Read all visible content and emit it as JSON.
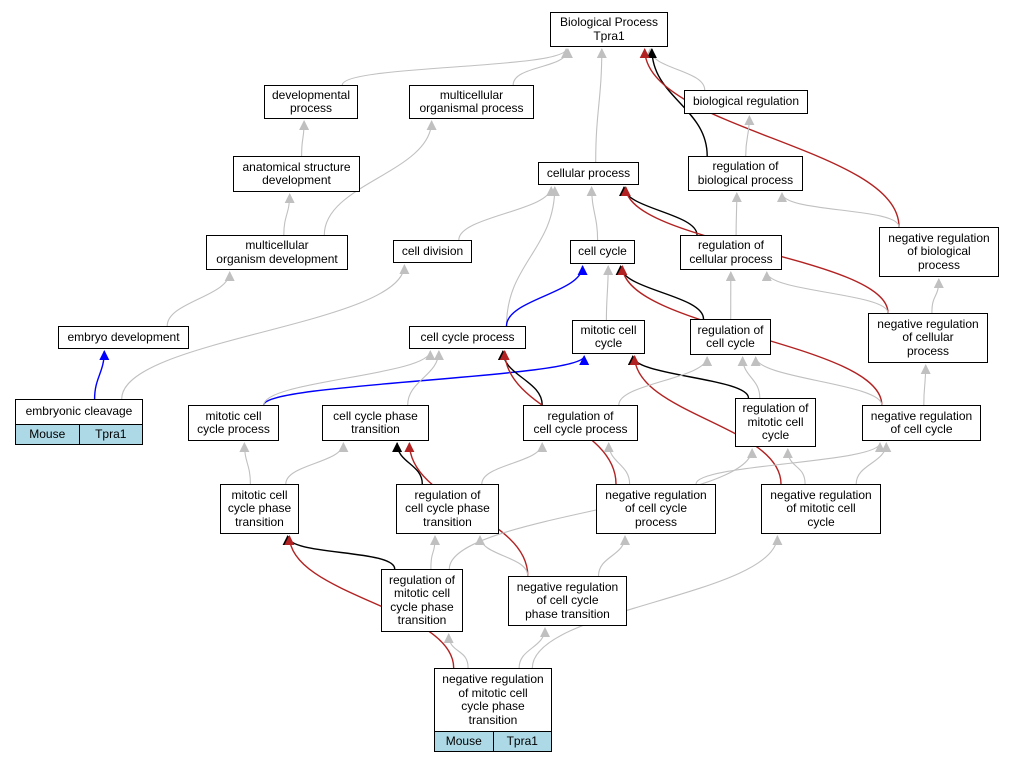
{
  "colors": {
    "is_a": "#c0c0c0",
    "part_of": "#0000ff",
    "regulates": "#000000",
    "negatively_regulates": "#b22222",
    "tag_background": "#add8e6"
  },
  "nodes": [
    {
      "id": "bp",
      "lines": [
        "Biological Process",
        "Tpra1"
      ]
    },
    {
      "id": "dev_proc",
      "lines": [
        "developmental",
        "process"
      ]
    },
    {
      "id": "multi_proc",
      "lines": [
        "multicellular",
        "organismal process"
      ]
    },
    {
      "id": "bio_reg",
      "lines": [
        "biological regulation"
      ]
    },
    {
      "id": "anat_dev",
      "lines": [
        "anatomical structure",
        "development"
      ]
    },
    {
      "id": "cell_proc",
      "lines": [
        "cellular process"
      ]
    },
    {
      "id": "reg_bio",
      "lines": [
        "regulation of",
        "biological process"
      ]
    },
    {
      "id": "multi_dev",
      "lines": [
        "multicellular",
        "organism development"
      ]
    },
    {
      "id": "cell_div",
      "lines": [
        "cell division"
      ]
    },
    {
      "id": "cell_cycle",
      "lines": [
        "cell cycle"
      ]
    },
    {
      "id": "reg_cell_proc",
      "lines": [
        "regulation of",
        "cellular process"
      ]
    },
    {
      "id": "neg_reg_bio",
      "lines": [
        "negative regulation",
        "of biological",
        "process"
      ]
    },
    {
      "id": "embryo_dev",
      "lines": [
        "embryo development"
      ]
    },
    {
      "id": "cc_proc",
      "lines": [
        "cell cycle process"
      ]
    },
    {
      "id": "mit_cc",
      "lines": [
        "mitotic cell",
        "cycle"
      ]
    },
    {
      "id": "reg_cc",
      "lines": [
        "regulation of",
        "cell cycle"
      ]
    },
    {
      "id": "neg_reg_cell",
      "lines": [
        "negative regulation",
        "of cellular",
        "process"
      ]
    },
    {
      "id": "emb_cleav",
      "lines": [
        "embryonic cleavage"
      ],
      "tags": [
        "Mouse",
        "Tpra1"
      ]
    },
    {
      "id": "mit_cc_proc",
      "lines": [
        "mitotic cell",
        "cycle process"
      ]
    },
    {
      "id": "cc_phase",
      "lines": [
        "cell cycle phase",
        "transition"
      ]
    },
    {
      "id": "reg_cc_proc",
      "lines": [
        "regulation of",
        "cell cycle process"
      ]
    },
    {
      "id": "reg_mit_cc",
      "lines": [
        "regulation of",
        "mitotic cell",
        "cycle"
      ]
    },
    {
      "id": "neg_reg_cc",
      "lines": [
        "negative regulation",
        "of cell cycle"
      ]
    },
    {
      "id": "mit_phase",
      "lines": [
        "mitotic cell",
        "cycle phase",
        "transition"
      ]
    },
    {
      "id": "reg_phase",
      "lines": [
        "regulation of",
        "cell cycle phase",
        "transition"
      ]
    },
    {
      "id": "neg_reg_cc_proc",
      "lines": [
        "negative regulation",
        "of cell cycle",
        "process"
      ]
    },
    {
      "id": "neg_reg_mit_cc",
      "lines": [
        "negative regulation",
        "of mitotic cell",
        "cycle"
      ]
    },
    {
      "id": "reg_mit_phase",
      "lines": [
        "regulation of",
        "mitotic cell",
        "cycle phase",
        "transition"
      ]
    },
    {
      "id": "neg_reg_phase",
      "lines": [
        "negative regulation",
        "of cell cycle",
        "phase transition"
      ]
    },
    {
      "id": "neg_reg_mit_phase",
      "lines": [
        "negative regulation",
        "of mitotic cell",
        "cycle phase",
        "transition"
      ],
      "tags": [
        "Mouse",
        "Tpra1"
      ]
    }
  ],
  "edges": [
    {
      "from": "dev_proc",
      "to": "bp",
      "type": "is_a"
    },
    {
      "from": "multi_proc",
      "to": "bp",
      "type": "is_a"
    },
    {
      "from": "cell_proc",
      "to": "bp",
      "type": "is_a"
    },
    {
      "from": "bio_reg",
      "to": "bp",
      "type": "is_a"
    },
    {
      "from": "reg_bio",
      "to": "bp",
      "type": "regulates"
    },
    {
      "from": "neg_reg_bio",
      "to": "bp",
      "type": "negatively_regulates"
    },
    {
      "from": "anat_dev",
      "to": "dev_proc",
      "type": "is_a"
    },
    {
      "from": "multi_dev",
      "to": "anat_dev",
      "type": "is_a"
    },
    {
      "from": "multi_dev",
      "to": "multi_proc",
      "type": "is_a"
    },
    {
      "from": "reg_bio",
      "to": "bio_reg",
      "type": "is_a"
    },
    {
      "from": "cell_div",
      "to": "cell_proc",
      "type": "is_a"
    },
    {
      "from": "cell_cycle",
      "to": "cell_proc",
      "type": "is_a"
    },
    {
      "from": "cc_proc",
      "to": "cell_proc",
      "type": "is_a"
    },
    {
      "from": "reg_cell_proc",
      "to": "cell_proc",
      "type": "regulates"
    },
    {
      "from": "neg_reg_cell",
      "to": "cell_proc",
      "type": "negatively_regulates"
    },
    {
      "from": "reg_cell_proc",
      "to": "reg_bio",
      "type": "is_a"
    },
    {
      "from": "neg_reg_bio",
      "to": "reg_bio",
      "type": "is_a"
    },
    {
      "from": "embryo_dev",
      "to": "multi_dev",
      "type": "is_a"
    },
    {
      "from": "cc_proc",
      "to": "cell_cycle",
      "type": "part_of"
    },
    {
      "from": "mit_cc",
      "to": "cell_cycle",
      "type": "is_a"
    },
    {
      "from": "reg_cc",
      "to": "cell_cycle",
      "type": "regulates"
    },
    {
      "from": "neg_reg_cc",
      "to": "cell_cycle",
      "type": "negatively_regulates"
    },
    {
      "from": "reg_cc",
      "to": "reg_cell_proc",
      "type": "is_a"
    },
    {
      "from": "neg_reg_cell",
      "to": "reg_cell_proc",
      "type": "is_a"
    },
    {
      "from": "neg_reg_cell",
      "to": "neg_reg_bio",
      "type": "is_a"
    },
    {
      "from": "emb_cleav",
      "to": "embryo_dev",
      "type": "part_of"
    },
    {
      "from": "emb_cleav",
      "to": "cell_div",
      "type": "is_a"
    },
    {
      "from": "mit_cc_proc",
      "to": "mit_cc",
      "type": "part_of"
    },
    {
      "from": "mit_cc_proc",
      "to": "cc_proc",
      "type": "is_a"
    },
    {
      "from": "cc_phase",
      "to": "cc_proc",
      "type": "is_a"
    },
    {
      "from": "reg_cc_proc",
      "to": "cc_proc",
      "type": "regulates"
    },
    {
      "from": "neg_reg_cc_proc",
      "to": "cc_proc",
      "type": "negatively_regulates"
    },
    {
      "from": "reg_mit_cc",
      "to": "mit_cc",
      "type": "regulates"
    },
    {
      "from": "neg_reg_mit_cc",
      "to": "mit_cc",
      "type": "negatively_regulates"
    },
    {
      "from": "reg_cc_proc",
      "to": "reg_cc",
      "type": "is_a"
    },
    {
      "from": "reg_mit_cc",
      "to": "reg_cc",
      "type": "is_a"
    },
    {
      "from": "neg_reg_cc",
      "to": "reg_cc",
      "type": "is_a"
    },
    {
      "from": "neg_reg_cc",
      "to": "neg_reg_cell",
      "type": "is_a"
    },
    {
      "from": "mit_phase",
      "to": "mit_cc_proc",
      "type": "is_a"
    },
    {
      "from": "mit_phase",
      "to": "cc_phase",
      "type": "is_a"
    },
    {
      "from": "reg_phase",
      "to": "cc_phase",
      "type": "regulates"
    },
    {
      "from": "neg_reg_phase",
      "to": "cc_phase",
      "type": "negatively_regulates"
    },
    {
      "from": "reg_phase",
      "to": "reg_cc_proc",
      "type": "is_a"
    },
    {
      "from": "neg_reg_cc_proc",
      "to": "reg_cc_proc",
      "type": "is_a"
    },
    {
      "from": "reg_mit_phase",
      "to": "reg_mit_cc",
      "type": "is_a"
    },
    {
      "from": "neg_reg_mit_cc",
      "to": "reg_mit_cc",
      "type": "is_a"
    },
    {
      "from": "neg_reg_cc_proc",
      "to": "neg_reg_cc",
      "type": "is_a"
    },
    {
      "from": "neg_reg_mit_cc",
      "to": "neg_reg_cc",
      "type": "is_a"
    },
    {
      "from": "reg_mit_phase",
      "to": "mit_phase",
      "type": "regulates"
    },
    {
      "from": "neg_reg_mit_phase",
      "to": "mit_phase",
      "type": "negatively_regulates"
    },
    {
      "from": "reg_mit_phase",
      "to": "reg_phase",
      "type": "is_a"
    },
    {
      "from": "neg_reg_phase",
      "to": "reg_phase",
      "type": "is_a"
    },
    {
      "from": "neg_reg_phase",
      "to": "neg_reg_cc_proc",
      "type": "is_a"
    },
    {
      "from": "neg_reg_mit_phase",
      "to": "reg_mit_phase",
      "type": "is_a"
    },
    {
      "from": "neg_reg_mit_phase",
      "to": "neg_reg_phase",
      "type": "is_a"
    },
    {
      "from": "neg_reg_mit_phase",
      "to": "neg_reg_mit_cc",
      "type": "is_a"
    }
  ]
}
